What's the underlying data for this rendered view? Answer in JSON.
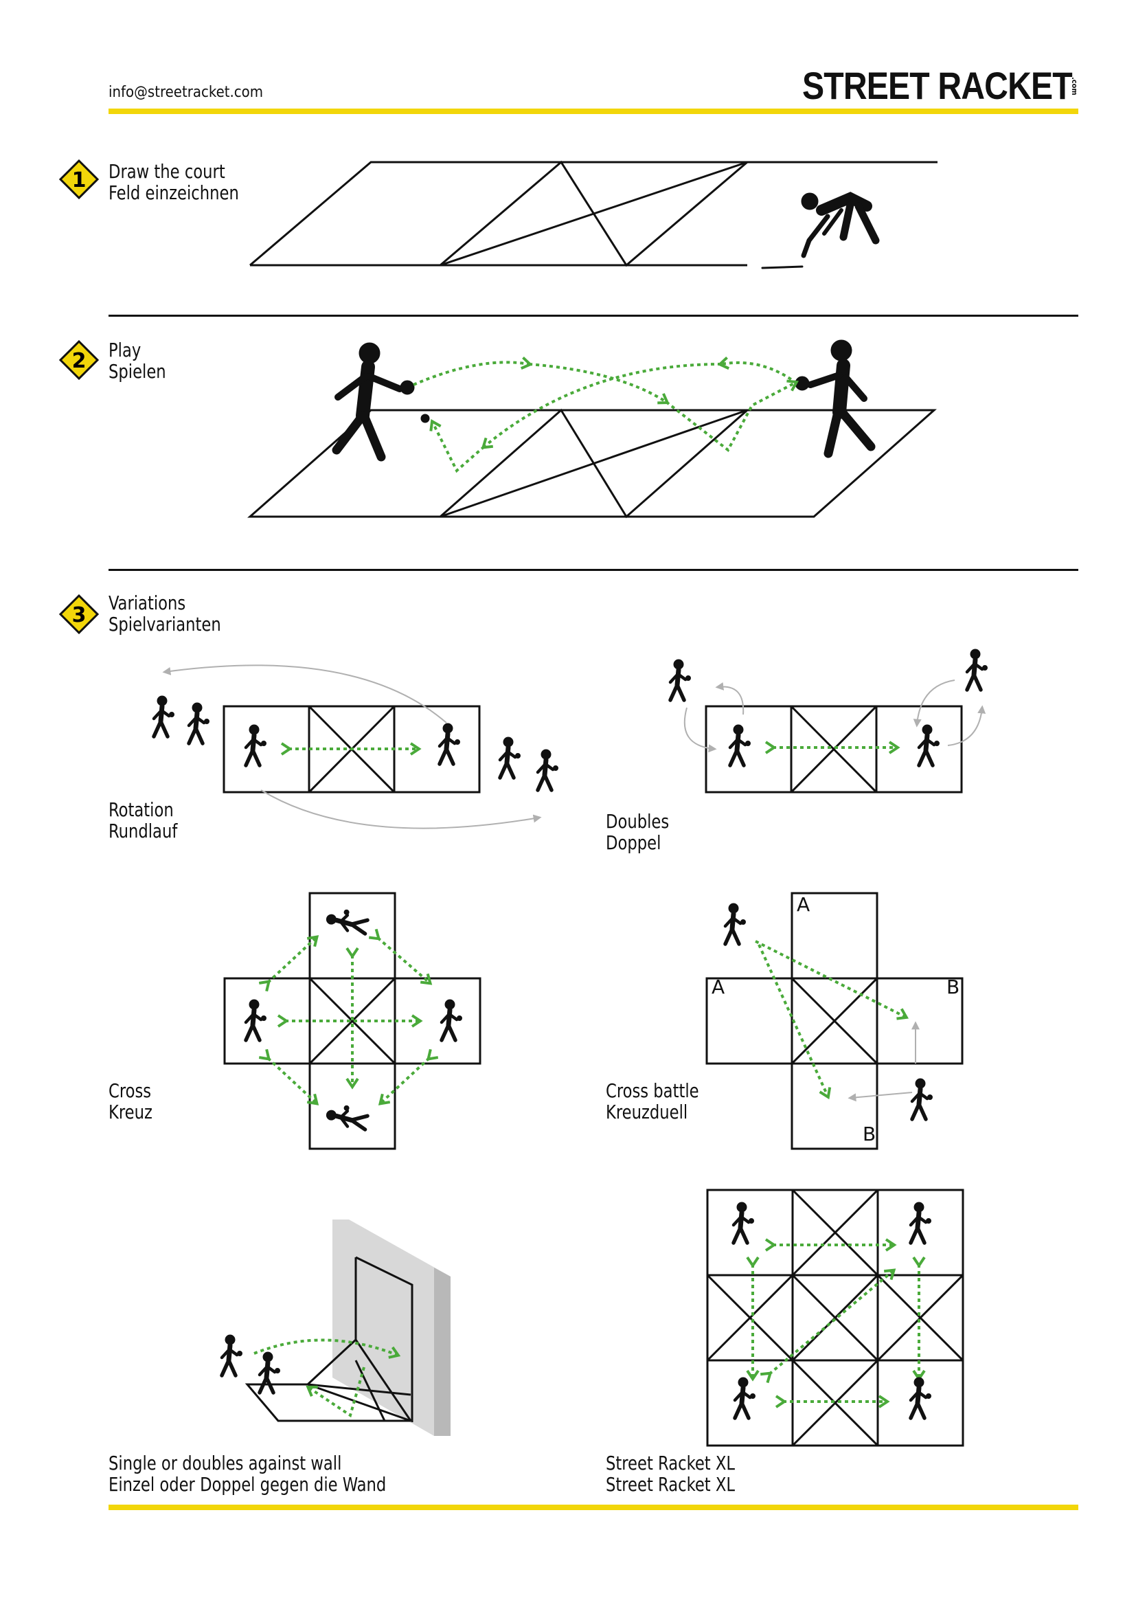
{
  "header": {
    "email": "info@streetracket.com",
    "brand": "STREET RACKET",
    "brand_suffix": ".com"
  },
  "steps": [
    {
      "number": "1",
      "line1": "Draw the court",
      "line2": "Feld einzeichnen"
    },
    {
      "number": "2",
      "line1": "Play",
      "line2": "Spielen"
    },
    {
      "number": "3",
      "line1": "Variations",
      "line2": "Spielvarianten"
    }
  ],
  "variations": {
    "rotation": {
      "line1": "Rotation",
      "line2": "Rundlauf"
    },
    "doubles": {
      "line1": "Doubles",
      "line2": "Doppel"
    },
    "cross": {
      "line1": "Cross",
      "line2": "Kreuz"
    },
    "cross_battle": {
      "line1": "Cross battle",
      "line2": "Kreuzduell"
    },
    "wall": {
      "line1": "Single or doubles against wall",
      "line2": "Einzel oder Doppel gegen die Wand"
    },
    "xl": {
      "line1": "Street Racket XL",
      "line2": "Street Racket XL"
    }
  },
  "cross_battle_letters": {
    "a_top": "A",
    "a_left": "A",
    "b_right": "B",
    "b_bottom": "B"
  },
  "colors": {
    "accent_yellow": "#f2d60a",
    "arrow_green": "#4aaa3a",
    "rotation_arrow_gray": "#b0b0b0",
    "ink": "#111111"
  },
  "icons": [
    "step-diamond-icon",
    "player-icon",
    "drawing-player-icon",
    "dive-player-icon",
    "ball-icon"
  ]
}
